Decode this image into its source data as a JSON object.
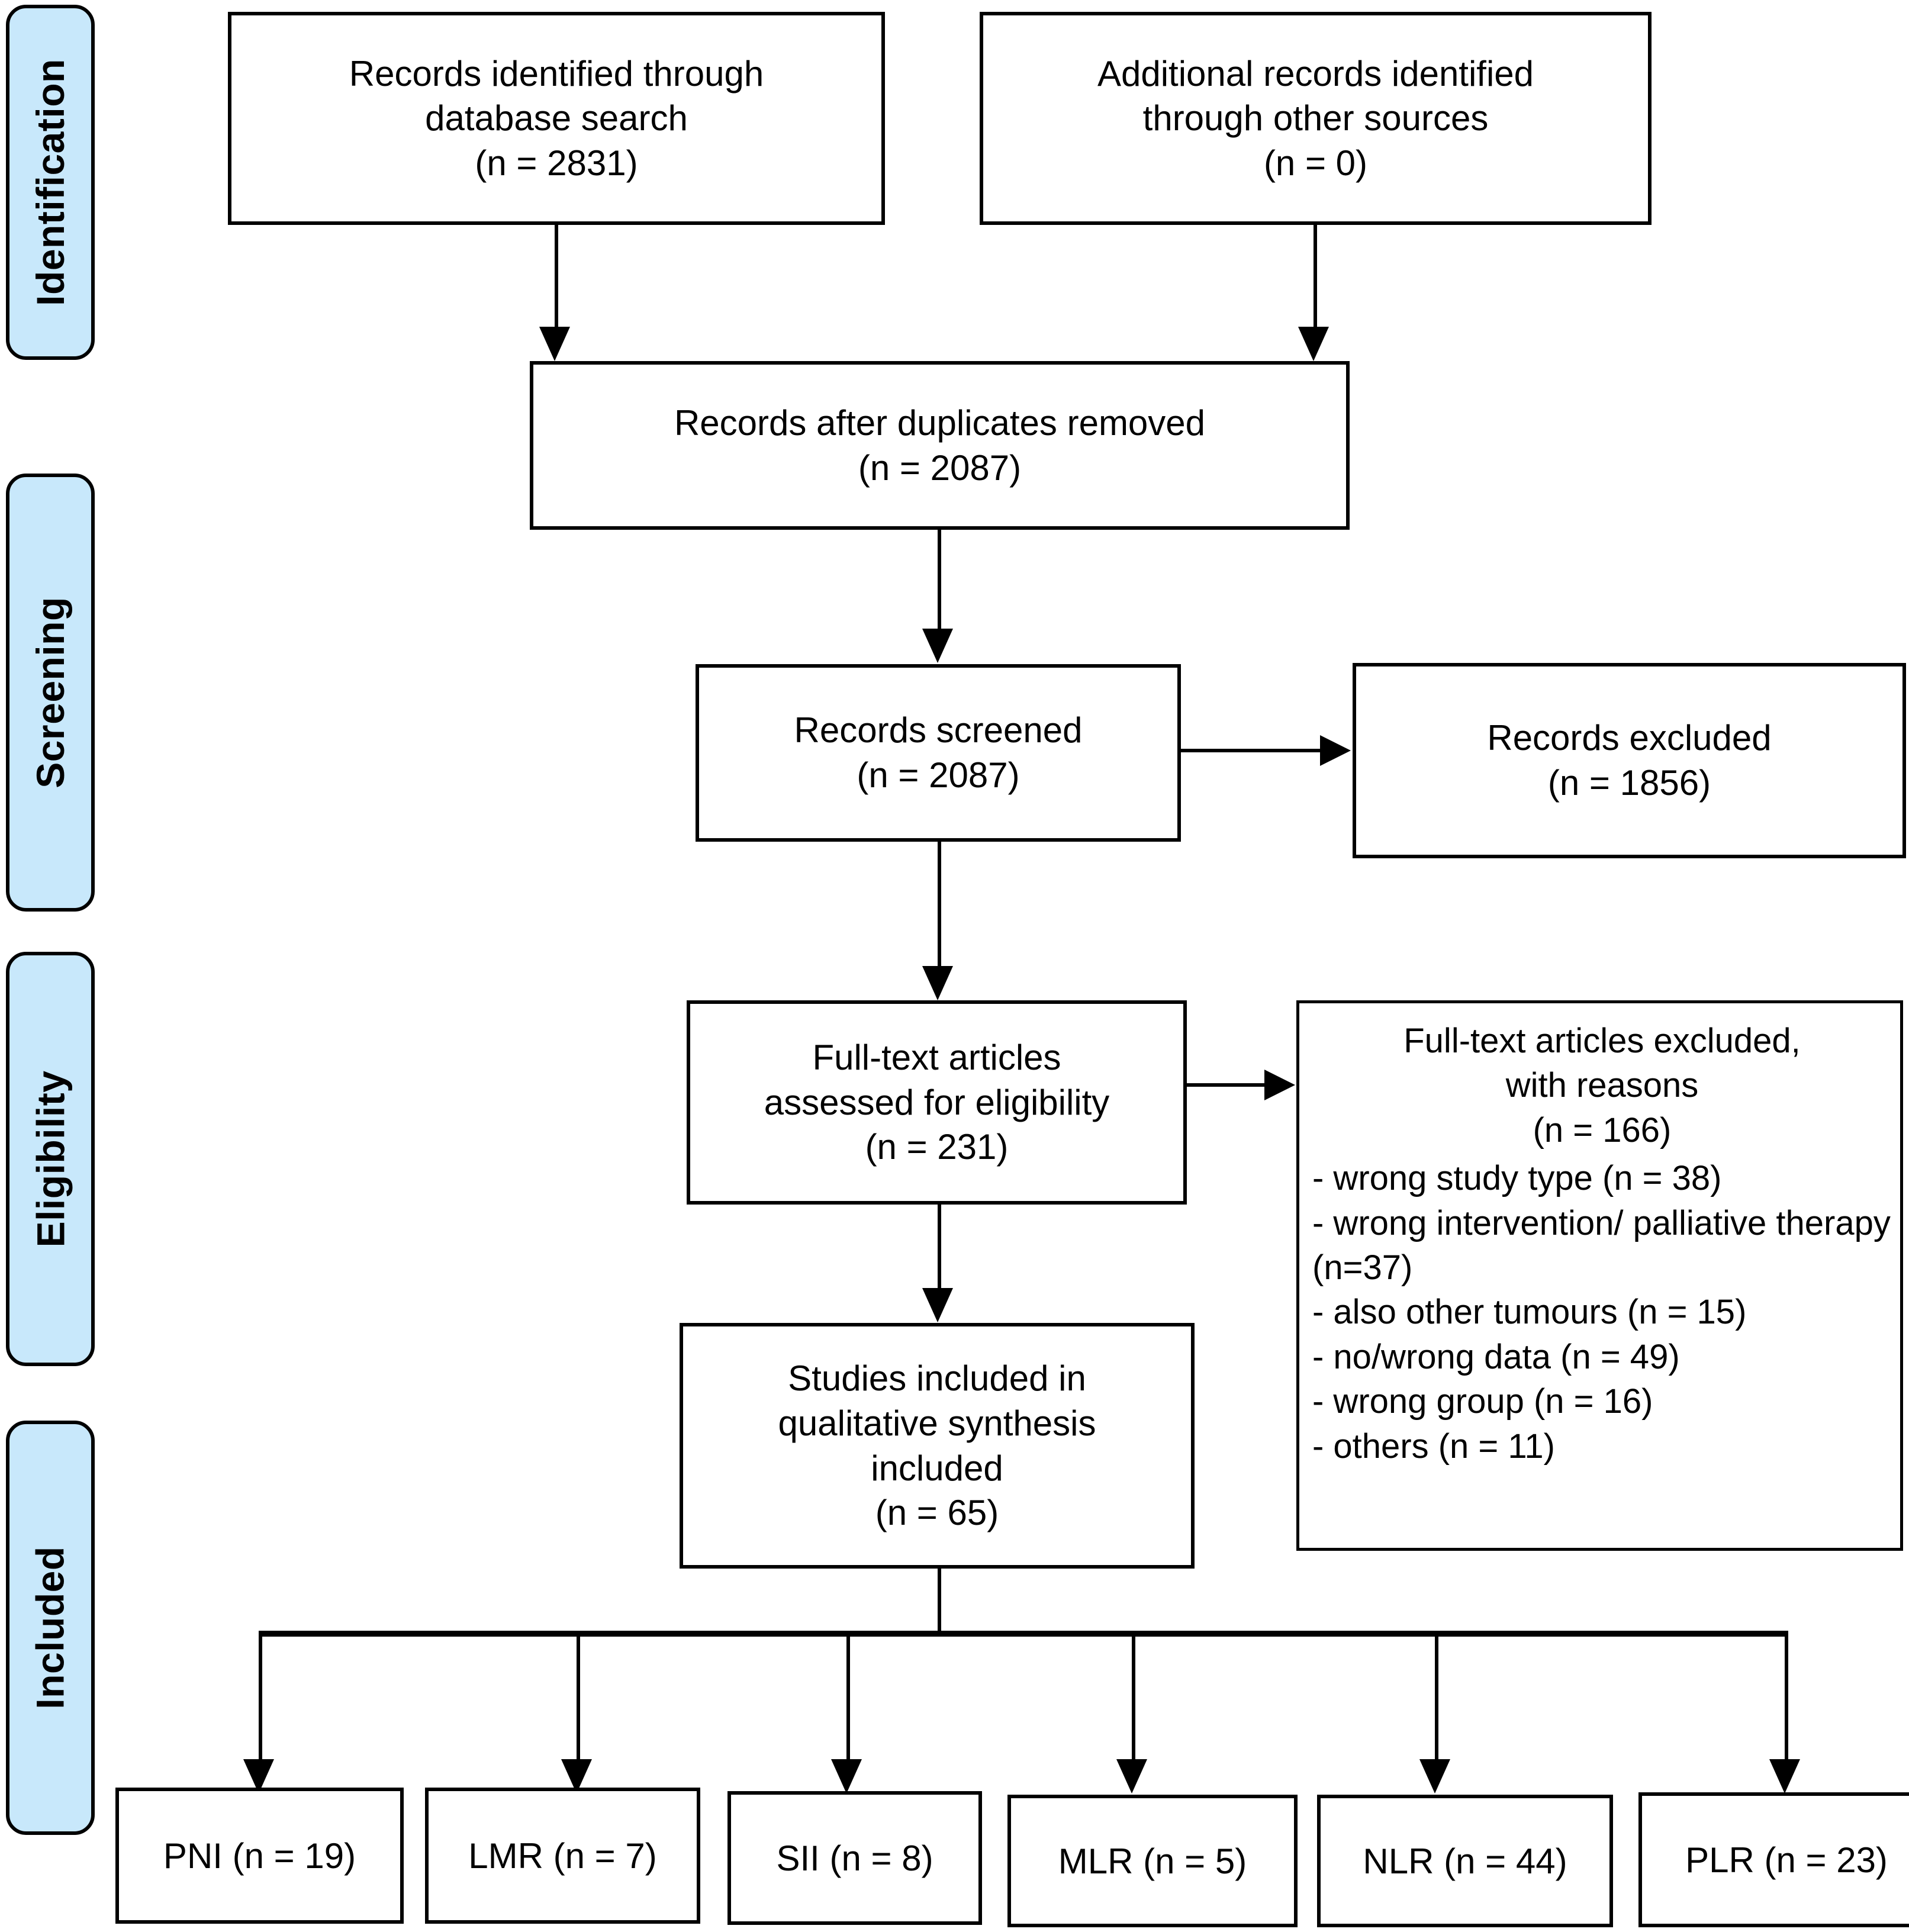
{
  "diagram": {
    "title": "PRISMA flow diagram",
    "colors": {
      "stage_fill": "#c8e8fb",
      "stroke": "#000000",
      "background": "#ffffff"
    }
  },
  "stages": [
    {
      "label": "Identification"
    },
    {
      "label": "Screening"
    },
    {
      "label": "Eligibility"
    },
    {
      "label": "Included"
    }
  ],
  "boxes": {
    "db_search": {
      "line1": "Records identified through",
      "line2": "database search",
      "line3": "(n = 2831)"
    },
    "other_sources": {
      "line1": "Additional records identified",
      "line2": "through other sources",
      "line3": "(n = 0)"
    },
    "duplicates_removed": {
      "line1": "Records after duplicates removed",
      "line2": "(n = 2087)"
    },
    "records_screened": {
      "line1": "Records screened",
      "line2": "(n = 2087)"
    },
    "records_excluded": {
      "line1": "Records excluded",
      "line2": "(n = 1856)"
    },
    "fulltext_assessed": {
      "line1": "Full-text articles",
      "line2": "assessed for eligibility",
      "line3": "(n = 231)"
    },
    "fulltext_excluded": {
      "line1": "Full-text articles excluded,",
      "line2": "with reasons",
      "line3": "(n = 166)",
      "reasons": [
        "- wrong study type (n = 38)",
        "- wrong intervention/ palliative therapy (n=37)",
        "- also other tumours (n = 15)",
        "- no/wrong data (n = 49)",
        "- wrong group (n = 16)",
        "- others (n = 11)"
      ]
    },
    "studies_included": {
      "line1": "Studies included in",
      "line2": "qualitative synthesis",
      "line3": "included",
      "line4": "(n = 65)"
    }
  },
  "outcomes": [
    {
      "label": "PNI (n = 19)"
    },
    {
      "label": "LMR (n = 7)"
    },
    {
      "label": "SII (n = 8)"
    },
    {
      "label": "MLR (n = 5)"
    },
    {
      "label": "NLR (n = 44)"
    },
    {
      "label": "PLR (n = 23)"
    }
  ],
  "chart_data": {
    "type": "flowchart",
    "title": "PRISMA study selection flow diagram",
    "nodes": [
      {
        "id": "db_search",
        "stage": "Identification",
        "text": "Records identified through database search",
        "n": 2831
      },
      {
        "id": "other_sources",
        "stage": "Identification",
        "text": "Additional records identified through other sources",
        "n": 0
      },
      {
        "id": "duplicates_removed",
        "stage": "Identification",
        "text": "Records after duplicates removed",
        "n": 2087
      },
      {
        "id": "records_screened",
        "stage": "Screening",
        "text": "Records screened",
        "n": 2087
      },
      {
        "id": "records_excluded",
        "stage": "Screening",
        "text": "Records excluded",
        "n": 1856
      },
      {
        "id": "fulltext_assessed",
        "stage": "Eligibility",
        "text": "Full-text articles assessed for eligibility",
        "n": 231
      },
      {
        "id": "fulltext_excluded",
        "stage": "Eligibility",
        "text": "Full-text articles excluded, with reasons",
        "n": 166
      },
      {
        "id": "studies_included",
        "stage": "Included",
        "text": "Studies included in qualitative synthesis included",
        "n": 65
      },
      {
        "id": "pni",
        "stage": "Included",
        "text": "PNI",
        "n": 19
      },
      {
        "id": "lmr",
        "stage": "Included",
        "text": "LMR",
        "n": 7
      },
      {
        "id": "sii",
        "stage": "Included",
        "text": "SII",
        "n": 8
      },
      {
        "id": "mlr",
        "stage": "Included",
        "text": "MLR",
        "n": 5
      },
      {
        "id": "nlr",
        "stage": "Included",
        "text": "NLR",
        "n": 44
      },
      {
        "id": "plr",
        "stage": "Included",
        "text": "PLR",
        "n": 23
      }
    ],
    "exclusion_reasons": [
      {
        "reason": "wrong study type",
        "n": 38
      },
      {
        "reason": "wrong intervention/ palliative therapy",
        "n": 37
      },
      {
        "reason": "also other tumours",
        "n": 15
      },
      {
        "reason": "no/wrong data",
        "n": 49
      },
      {
        "reason": "wrong group",
        "n": 16
      },
      {
        "reason": "others",
        "n": 11
      }
    ],
    "edges": [
      {
        "from": "db_search",
        "to": "duplicates_removed"
      },
      {
        "from": "other_sources",
        "to": "duplicates_removed"
      },
      {
        "from": "duplicates_removed",
        "to": "records_screened"
      },
      {
        "from": "records_screened",
        "to": "records_excluded"
      },
      {
        "from": "records_screened",
        "to": "fulltext_assessed"
      },
      {
        "from": "fulltext_assessed",
        "to": "fulltext_excluded"
      },
      {
        "from": "fulltext_assessed",
        "to": "studies_included"
      },
      {
        "from": "studies_included",
        "to": "pni"
      },
      {
        "from": "studies_included",
        "to": "lmr"
      },
      {
        "from": "studies_included",
        "to": "sii"
      },
      {
        "from": "studies_included",
        "to": "mlr"
      },
      {
        "from": "studies_included",
        "to": "nlr"
      },
      {
        "from": "studies_included",
        "to": "plr"
      }
    ]
  }
}
